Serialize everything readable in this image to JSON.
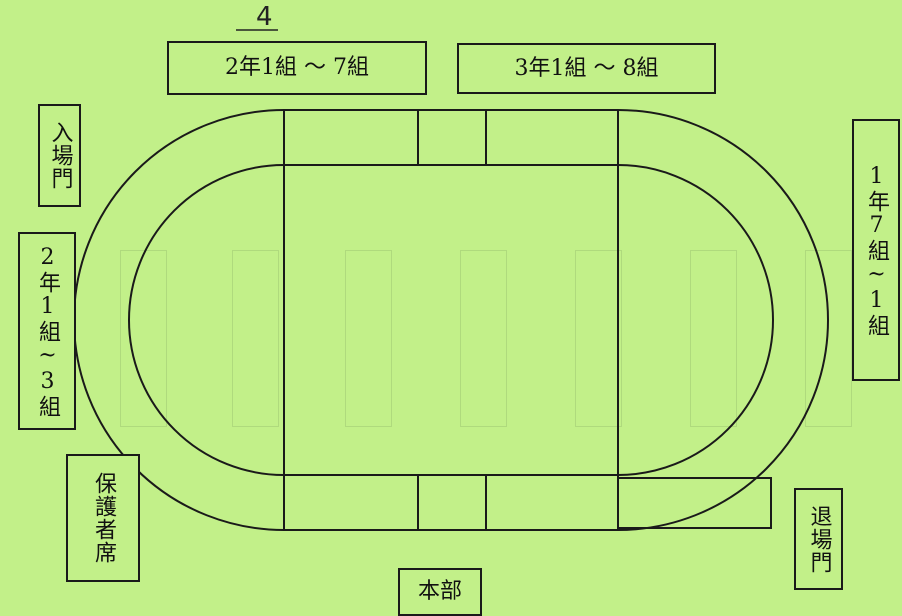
{
  "colors": {
    "background": "#c2f089",
    "line": "#1a1a1a"
  },
  "labels": {
    "top_left_group": "2年1組 ～ 7組",
    "top_right_group": "3年1組 ～ 8組",
    "handwritten_correction": "4",
    "entrance_gate": "入場門",
    "left_group": "2年1組~3組",
    "right_group": "1年7組~1組",
    "guardian_seats": "保護者席",
    "exit_gate": "退場門",
    "headquarters": "本部"
  }
}
